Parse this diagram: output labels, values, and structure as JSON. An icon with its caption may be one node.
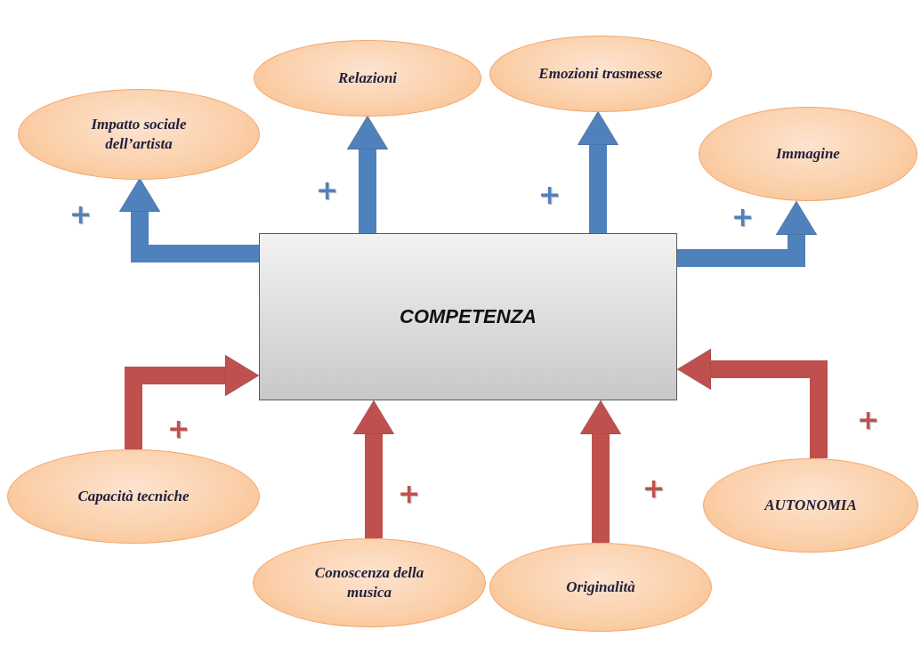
{
  "diagram": {
    "nodes": [
      {
        "text": [
          "COMPETENZA"
        ]
      },
      {
        "text": [
          "Impatto sociale dell’artista"
        ]
      },
      {
        "text": [
          "Relazioni"
        ]
      },
      {
        "text": [
          "Emozioni trasmesse"
        ]
      },
      {
        "text": [
          "Immagine"
        ]
      },
      {
        "text": [
          "Capacità tecniche"
        ]
      },
      {
        "text": [
          "Conoscenza della musica"
        ]
      },
      {
        "text": [
          "Originalità"
        ]
      },
      {
        "text": [
          "AUTONOMIA"
        ]
      }
    ],
    "edges": [
      {
        "from": 0,
        "to": 1,
        "arrow": "to",
        "color": "#4f81bd"
      },
      {
        "from": 0,
        "to": 2,
        "arrow": "to",
        "color": "#4f81bd"
      },
      {
        "from": 0,
        "to": 3,
        "arrow": "to",
        "color": "#4f81bd"
      },
      {
        "from": 0,
        "to": 4,
        "arrow": "to",
        "color": "#4f81bd"
      },
      {
        "from": 5,
        "to": 0,
        "arrow": "to",
        "color": "#c0504d"
      },
      {
        "from": 6,
        "to": 0,
        "arrow": "to",
        "color": "#c0504d"
      },
      {
        "from": 7,
        "to": 0,
        "arrow": "to",
        "color": "#c0504d"
      },
      {
        "from": 8,
        "to": 0,
        "arrow": "to",
        "color": "#c0504d"
      }
    ],
    "labels": [
      "+",
      "+",
      "+",
      "+",
      "+",
      "+",
      "+",
      "+"
    ]
  }
}
